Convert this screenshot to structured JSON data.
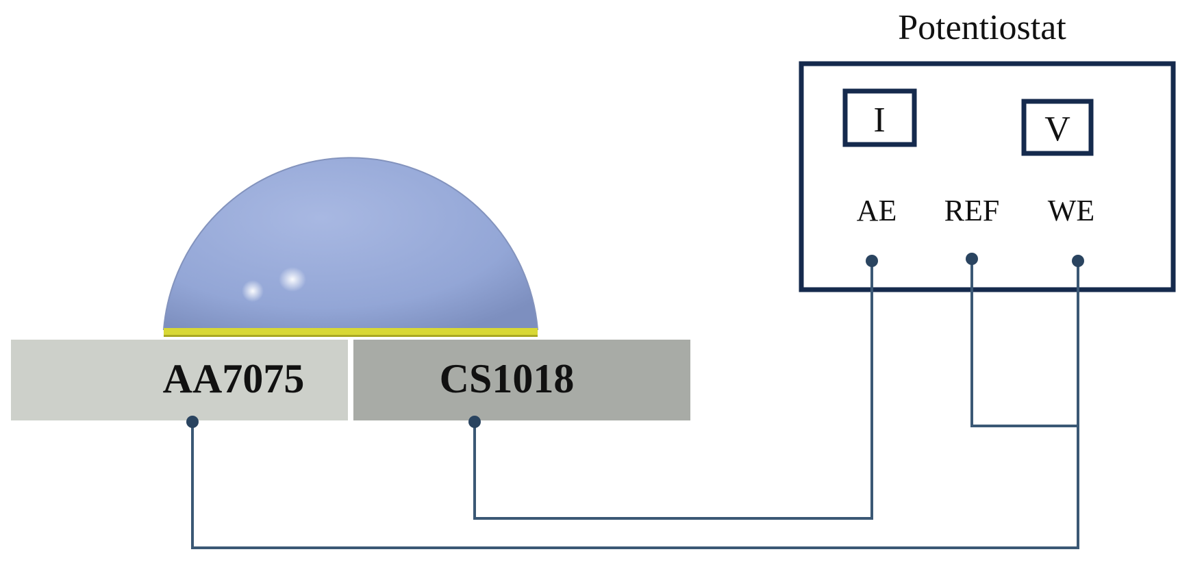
{
  "potentiostat": {
    "title": "Potentiostat",
    "meters": {
      "current": "I",
      "voltage": "V"
    },
    "terminals": {
      "ae": "AE",
      "ref": "REF",
      "we": "WE"
    }
  },
  "electrodes": {
    "left": "AA7075",
    "right": "CS1018"
  },
  "colors": {
    "wire": "#3b5875",
    "frame": "#152a4d",
    "droplet": "#94a8d8",
    "interface": "#d8d835",
    "left_plate": "#cdd0ca",
    "right_plate": "#a8aba6"
  }
}
